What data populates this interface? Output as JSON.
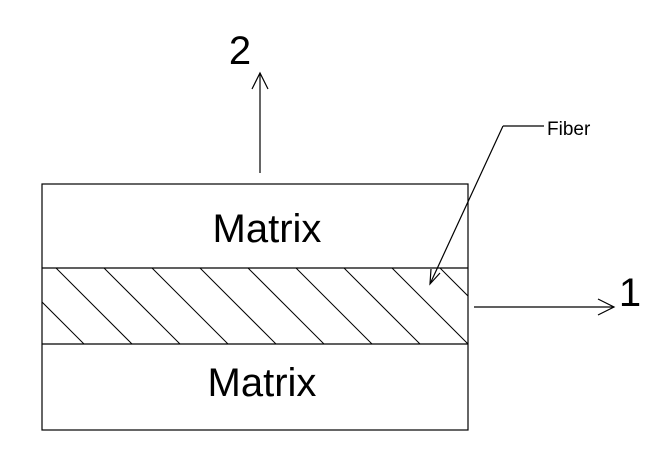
{
  "diagram": {
    "axis_2_label": "2",
    "axis_1_label": "1",
    "fiber_label": "Fiber",
    "top_layer_label": "Matrix",
    "bottom_layer_label": "Matrix",
    "colors": {
      "line": "#000000",
      "background": "#ffffff"
    }
  }
}
